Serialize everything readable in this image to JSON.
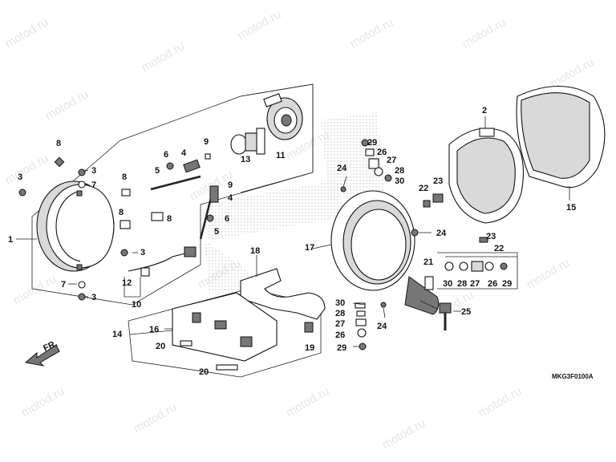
{
  "watermark": "motod.ru",
  "diagram_code": "MKG3F0100A",
  "front_arrow_label": "FR.",
  "callouts": [
    {
      "id": "c1",
      "text": "1"
    },
    {
      "id": "c2",
      "text": "2"
    },
    {
      "id": "c3a",
      "text": "3"
    },
    {
      "id": "c3b",
      "text": "3"
    },
    {
      "id": "c3c",
      "text": "3"
    },
    {
      "id": "c3d",
      "text": "3"
    },
    {
      "id": "c4a",
      "text": "4"
    },
    {
      "id": "c4b",
      "text": "4"
    },
    {
      "id": "c5a",
      "text": "5"
    },
    {
      "id": "c5b",
      "text": "5"
    },
    {
      "id": "c6a",
      "text": "6"
    },
    {
      "id": "c6b",
      "text": "6"
    },
    {
      "id": "c7a",
      "text": "7"
    },
    {
      "id": "c7b",
      "text": "7"
    },
    {
      "id": "c8a",
      "text": "8"
    },
    {
      "id": "c8b",
      "text": "8"
    },
    {
      "id": "c8c",
      "text": "8"
    },
    {
      "id": "c8d",
      "text": "8"
    },
    {
      "id": "c9a",
      "text": "9"
    },
    {
      "id": "c9b",
      "text": "9"
    },
    {
      "id": "c10",
      "text": "10"
    },
    {
      "id": "c11",
      "text": "11"
    },
    {
      "id": "c12",
      "text": "12"
    },
    {
      "id": "c13",
      "text": "13"
    },
    {
      "id": "c14",
      "text": "14"
    },
    {
      "id": "c15",
      "text": "15"
    },
    {
      "id": "c16",
      "text": "16"
    },
    {
      "id": "c17",
      "text": "17"
    },
    {
      "id": "c18",
      "text": "18"
    },
    {
      "id": "c19",
      "text": "19"
    },
    {
      "id": "c20a",
      "text": "20"
    },
    {
      "id": "c20b",
      "text": "20"
    },
    {
      "id": "c21",
      "text": "21"
    },
    {
      "id": "c22a",
      "text": "22"
    },
    {
      "id": "c22b",
      "text": "22"
    },
    {
      "id": "c23a",
      "text": "23"
    },
    {
      "id": "c23b",
      "text": "23"
    },
    {
      "id": "c24a",
      "text": "24"
    },
    {
      "id": "c24b",
      "text": "24"
    },
    {
      "id": "c24c",
      "text": "24"
    },
    {
      "id": "c25",
      "text": "25"
    },
    {
      "id": "c26a",
      "text": "26"
    },
    {
      "id": "c26b",
      "text": "26"
    },
    {
      "id": "c26c",
      "text": "26"
    },
    {
      "id": "c27a",
      "text": "27"
    },
    {
      "id": "c27b",
      "text": "27"
    },
    {
      "id": "c27c",
      "text": "27"
    },
    {
      "id": "c28a",
      "text": "28"
    },
    {
      "id": "c28b",
      "text": "28"
    },
    {
      "id": "c28c",
      "text": "28"
    },
    {
      "id": "c29a",
      "text": "29"
    },
    {
      "id": "c29b",
      "text": "29"
    },
    {
      "id": "c29c",
      "text": "29"
    },
    {
      "id": "c30a",
      "text": "30"
    },
    {
      "id": "c30b",
      "text": "30"
    },
    {
      "id": "c30c",
      "text": "30"
    }
  ]
}
